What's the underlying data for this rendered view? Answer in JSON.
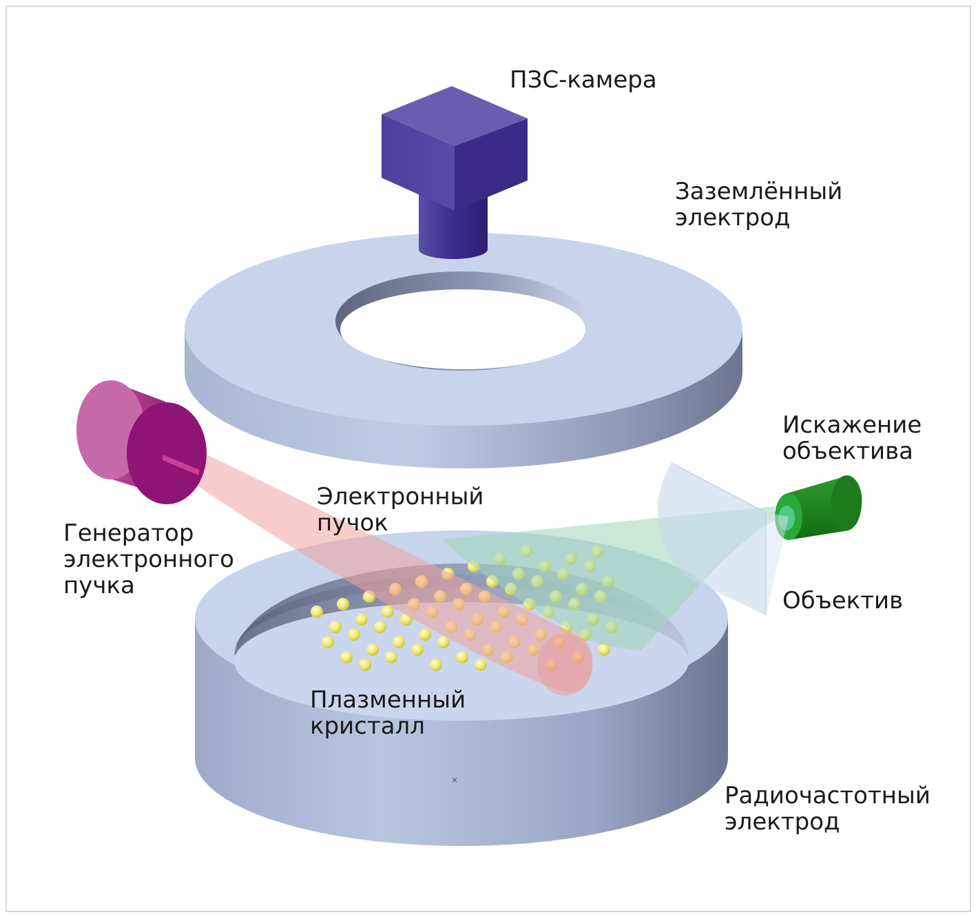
{
  "labels": {
    "ccd_camera": "ПЗС-камера",
    "grounded_electrode": [
      "Заземлённый",
      "электрод"
    ],
    "lens_distortion": [
      "Искажение",
      "объектива"
    ],
    "electron_beam": [
      "Электронный",
      "пучок"
    ],
    "beam_generator": [
      "Генератор",
      "электронного",
      "пучка"
    ],
    "lens": "Объектив",
    "plasma_crystal": [
      "Плазменный",
      "кристалл"
    ],
    "rf_electrode": [
      "Радиочастотный",
      "электрод"
    ]
  },
  "colors": {
    "electrode_top": "#c5d3ec",
    "electrode_side_light": "#b4c2dd",
    "electrode_side_dark": "#6f7790",
    "camera": "#4b3a99",
    "generator": "#a2257f",
    "lens_body": "#1c8a1c",
    "beam": "#f2a6a0",
    "particles": "#f2ec7a",
    "field_of_view": "#a8dcc0"
  },
  "icons": {
    "camera": "ccd-camera-icon",
    "generator": "electron-gun-icon",
    "lens": "lens-icon"
  }
}
